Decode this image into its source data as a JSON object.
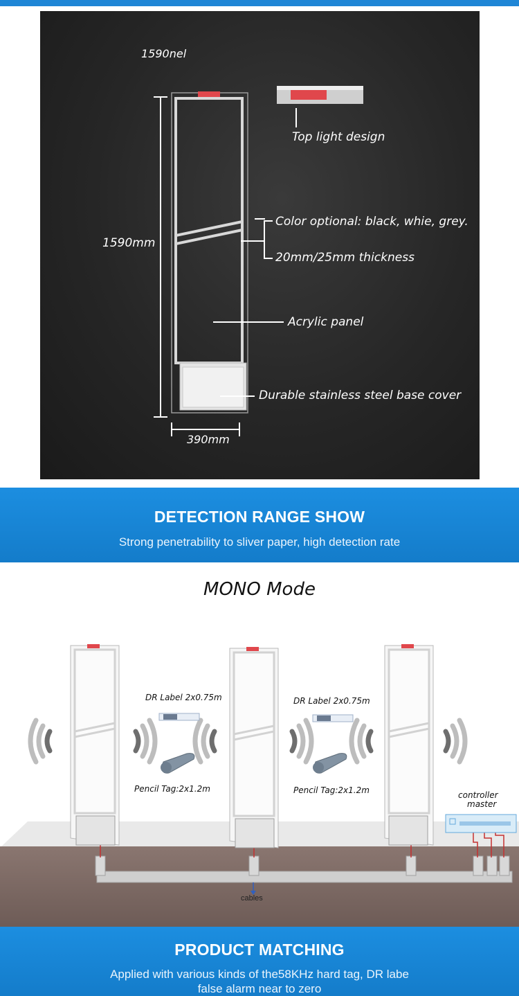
{
  "spec_panel": {
    "watermark": "1590nel",
    "top_light": "Top light design",
    "color_option": "Color optional: black, whie, grey.",
    "thickness": "20mm/25mm thickness",
    "height": "1590mm",
    "acrylic": "Acrylic panel",
    "base": "Durable stainless steel base cover",
    "width": "390mm"
  },
  "detection_banner": {
    "title": "DETECTION RANGE SHOW",
    "subtitle": "Strong penetrability to sliver paper, high detection rate"
  },
  "mode_title": "MONO Mode",
  "scene": {
    "dr_label_1": "DR Label 2x0.75m",
    "dr_label_2": "DR Label 2x0.75m",
    "pencil_1": "Pencil Tag:2x1.2m",
    "pencil_2": "Pencil Tag:2x1.2m",
    "controller_1": "controller",
    "controller_2": "master",
    "cables": "cables"
  },
  "matching_banner": {
    "title": "PRODUCT MATCHING",
    "line1": "Applied with various kinds of the58KHz hard tag, DR labe",
    "line2": "false alarm near to zero"
  },
  "colors": {
    "banner_blue": "#1884d4",
    "panel_dark": "#262626",
    "light_red": "#e0474c",
    "ground": "#7a6862"
  }
}
